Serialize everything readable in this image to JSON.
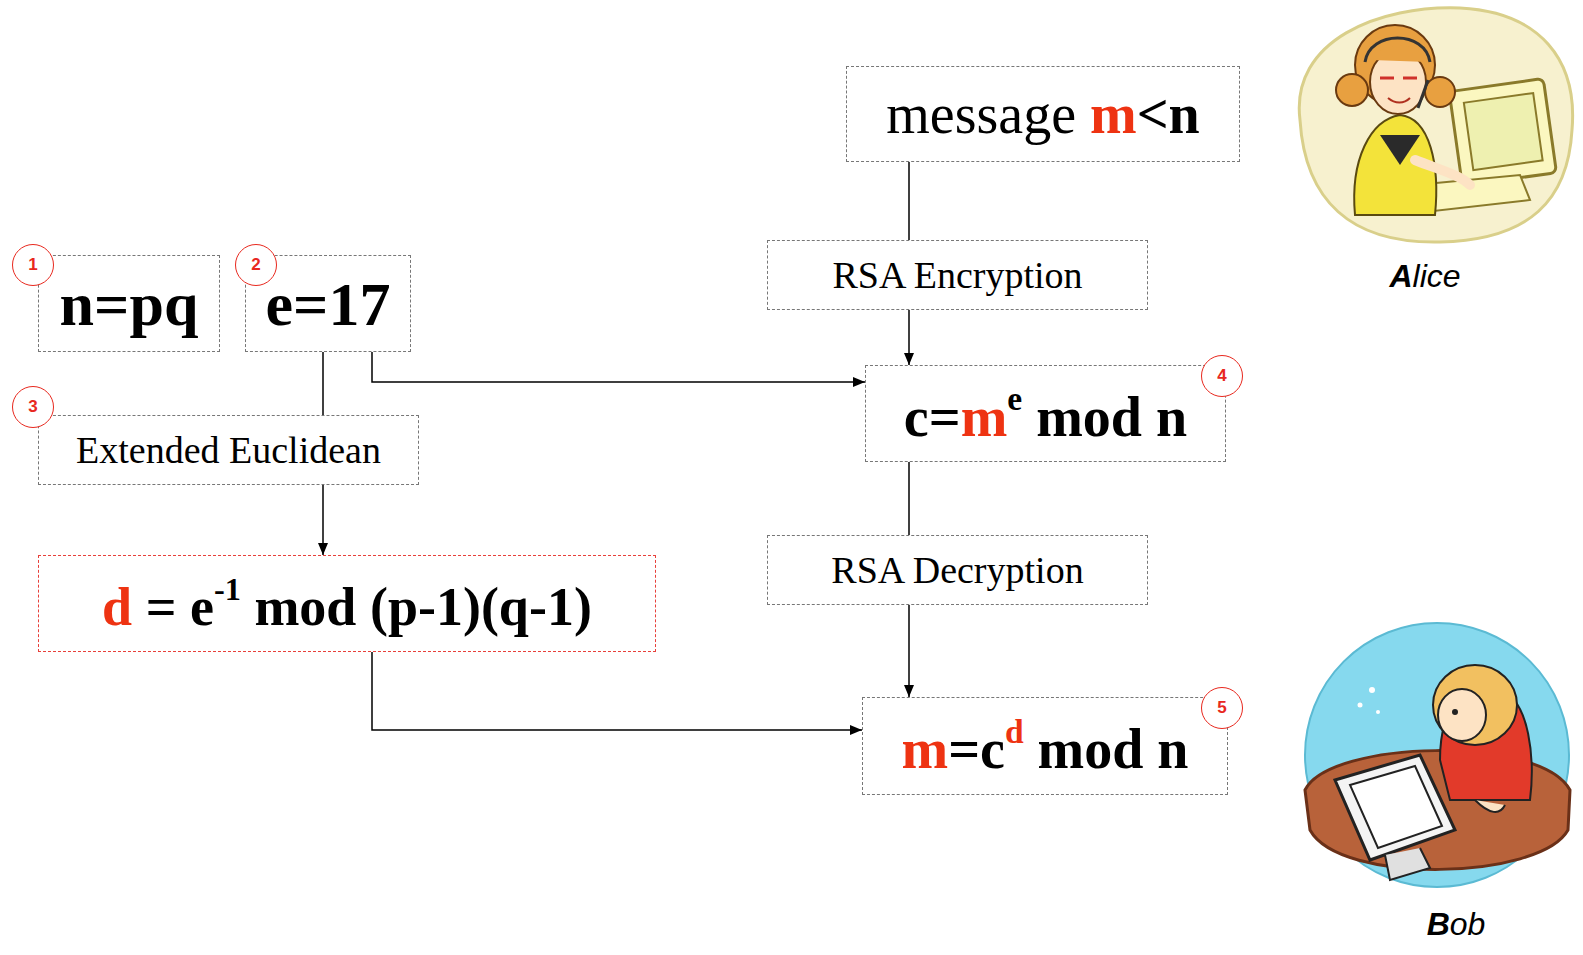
{
  "diagram": {
    "nodes": [
      {
        "text": [
          "n=pq"
        ]
      },
      {
        "text": [
          "e=17"
        ]
      },
      {
        "text": [
          "Extended Euclidean"
        ]
      },
      {
        "text": [
          "d",
          "= e",
          "-1",
          "mod (p-1)(q-1)"
        ]
      },
      {
        "text": [
          "message",
          "m",
          "<n"
        ]
      },
      {
        "text": [
          "RSA Encryption"
        ]
      },
      {
        "text": [
          "c=",
          "m",
          "e",
          "mod n"
        ]
      },
      {
        "text": [
          "RSA Decryption"
        ]
      },
      {
        "text": [
          "m",
          "=c",
          "d",
          "mod n"
        ]
      }
    ],
    "edges": [
      {
        "from": 1,
        "to": 2,
        "arrow": "none"
      },
      {
        "from": 2,
        "to": 3,
        "arrow": "to"
      },
      {
        "from": 1,
        "to": 6,
        "arrow": "to"
      },
      {
        "from": 3,
        "to": 8,
        "arrow": "to"
      },
      {
        "from": 4,
        "to": 5,
        "arrow": "none"
      },
      {
        "from": 5,
        "to": 6,
        "arrow": "to"
      },
      {
        "from": 6,
        "to": 7,
        "arrow": "none"
      },
      {
        "from": 7,
        "to": 8,
        "arrow": "to"
      }
    ],
    "labels": [
      "1",
      "2",
      "3",
      "4",
      "5",
      "Alice",
      "Bob"
    ]
  }
}
